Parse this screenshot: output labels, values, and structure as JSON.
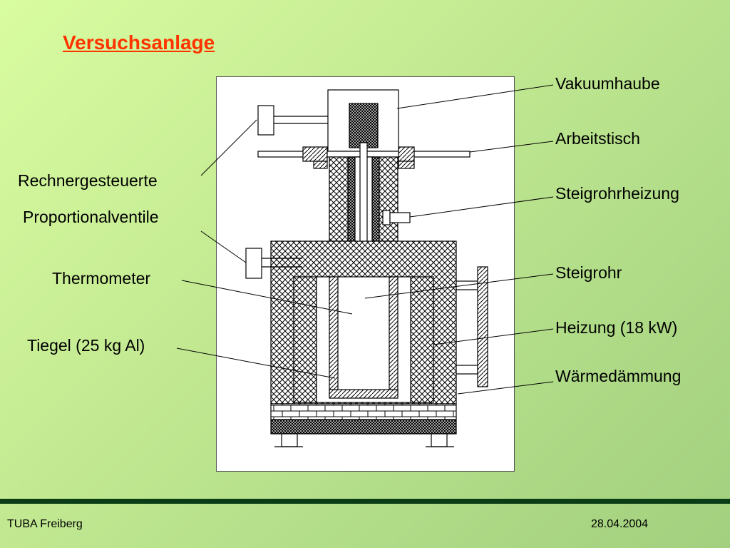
{
  "slide": {
    "title": "Versuchsanlage",
    "title_color": "#ff3300"
  },
  "labels": {
    "left": [
      "Rechnergesteuerte",
      "Proportionalventile",
      "Thermometer",
      "Tiegel (25 kg Al)"
    ],
    "right": [
      "Vakuumhaube",
      "Arbeitstisch",
      "Steigrohrheizung",
      "Steigrohr",
      "Heizung (18 kW)",
      "Wärmedämmung"
    ]
  },
  "footer": {
    "left": "TUBA Freiberg",
    "right": "28.04.2004"
  }
}
